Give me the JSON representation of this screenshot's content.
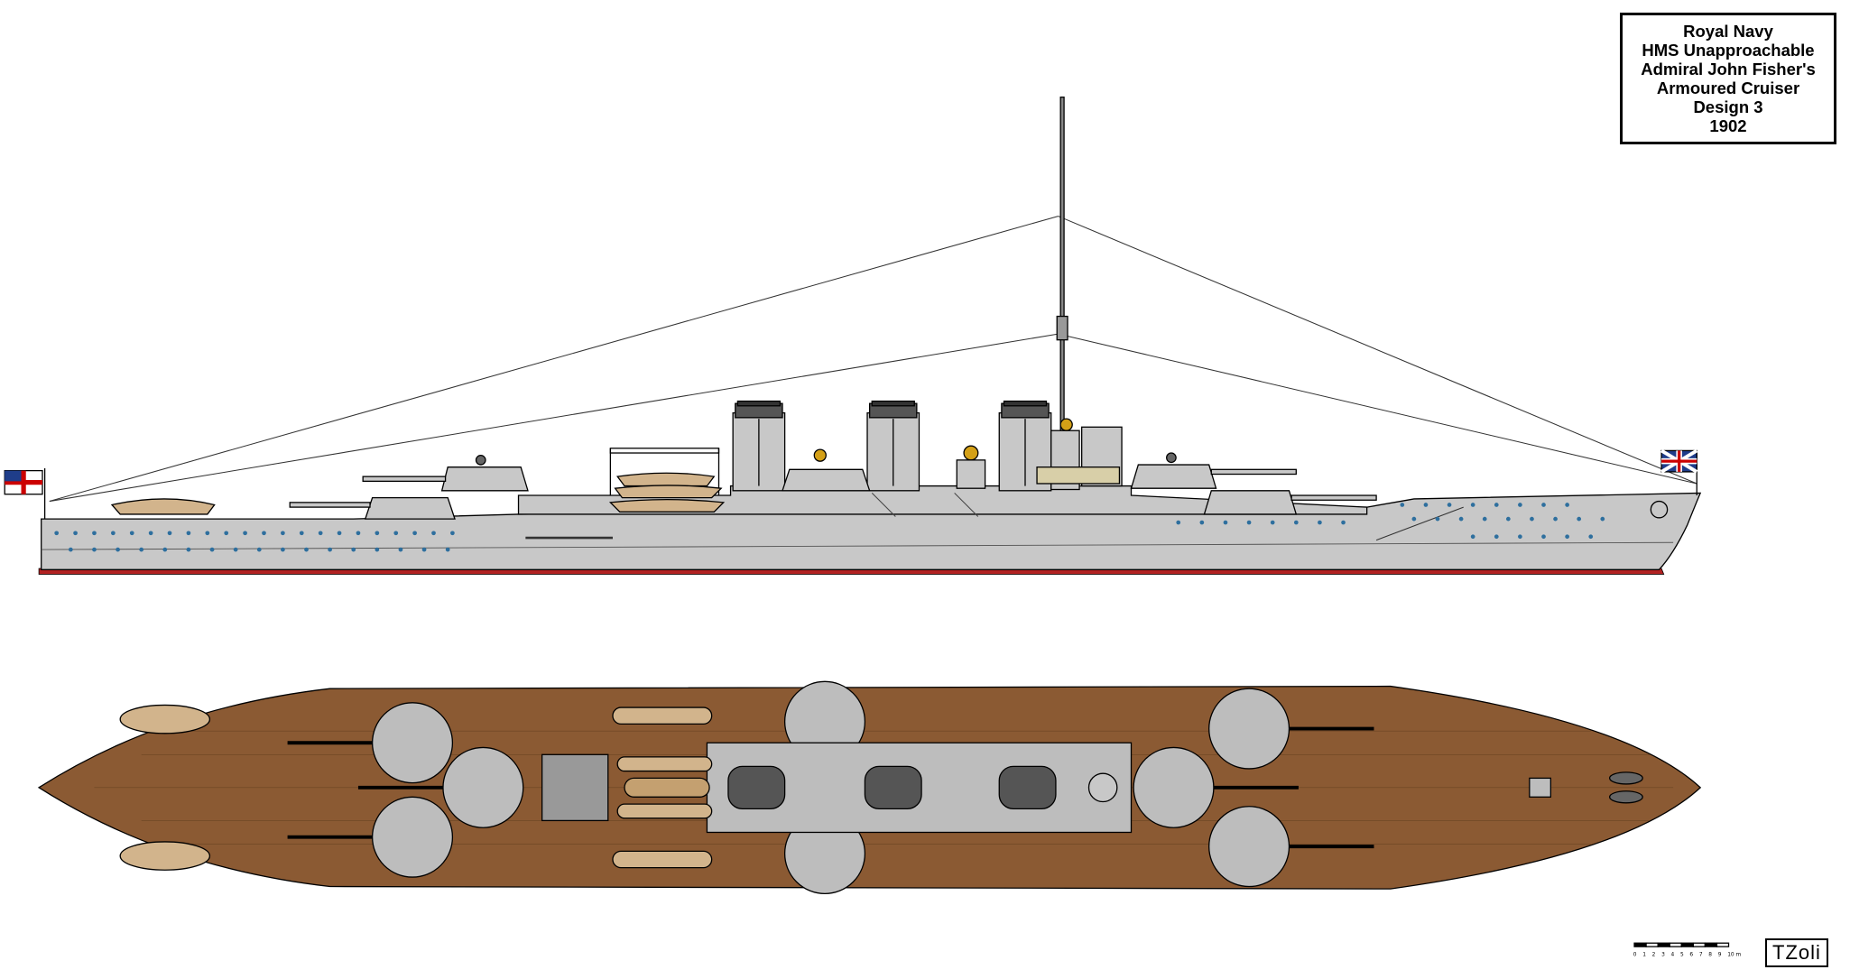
{
  "title_block": {
    "line1": "Royal Navy",
    "line2": "HMS Unapproachable",
    "line3": "Admiral John Fisher's",
    "line4": "Armoured Cruiser",
    "line5": "Design 3",
    "line6": "1902"
  },
  "scale_bar": {
    "ticks": [
      "0",
      "1",
      "2",
      "3",
      "4",
      "5",
      "6",
      "7",
      "8",
      "9",
      "10 m"
    ]
  },
  "signature": "TZoli",
  "colors": {
    "hull_grey": "#c8c8c8",
    "outline": "#000000",
    "deck_wood": "#8b5a33",
    "boot_topping": "#b22222",
    "boat_tan": "#d2b48c",
    "porthole": "#2e6f9e"
  }
}
